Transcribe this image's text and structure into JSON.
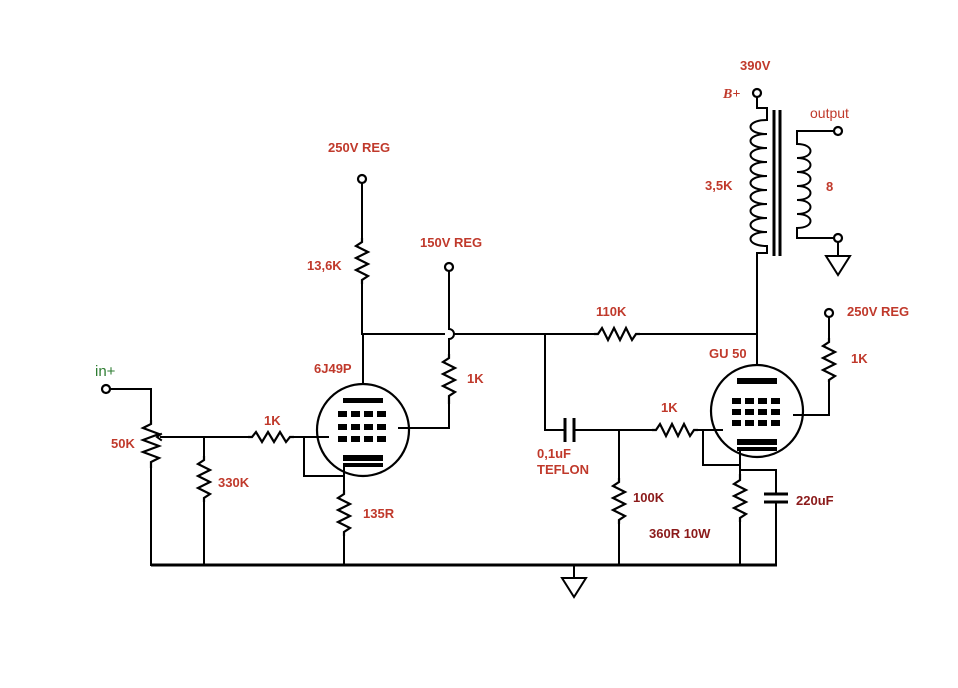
{
  "labels": {
    "input": "in+",
    "pot": "50K",
    "grid_leak_1": "330K",
    "grid_stopper_1": "1K",
    "tube1": "6J49P",
    "supply_1": "250V REG",
    "plate_load_1": "13,6K",
    "supply_screen_1": "150V REG",
    "screen_res_1": "1K",
    "cathode_res_1": "135R",
    "feedback_res": "110K",
    "coupling_cap": "0,1uF",
    "coupling_cap_type": "TEFLON",
    "grid_leak_2": "100K",
    "grid_stopper_2": "1K",
    "tube2": "GU 50",
    "cathode_res_2": "360R  10W",
    "cathode_cap_2": "220uF",
    "supply_2": "250V REG",
    "screen_res_2": "1K",
    "b_plus_voltage": "390V",
    "b_plus": "B+",
    "primary": "3,5K",
    "output": "output",
    "secondary": "8"
  },
  "colors": {
    "label": "#c0392b",
    "label_dark": "#8b1a1a",
    "input_label": "#2e7d32",
    "wire": "#000000"
  }
}
